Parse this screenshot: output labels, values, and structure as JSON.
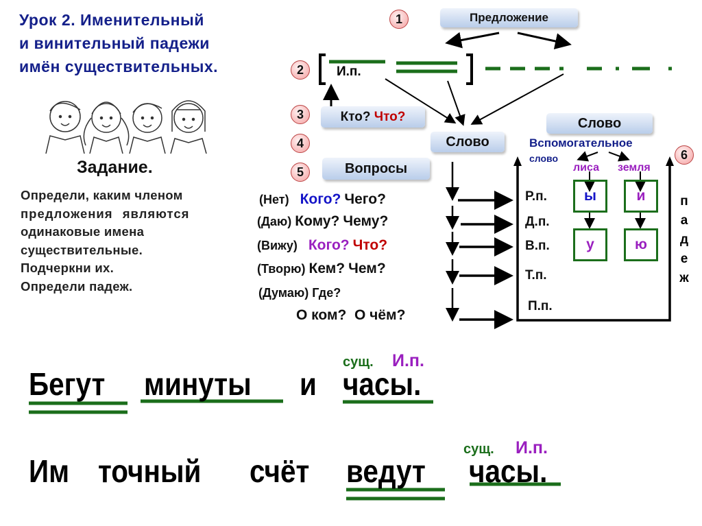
{
  "title": {
    "line1": "Урок 2.   Именительный",
    "line2": "и  винительный  падежи",
    "line3": "имён  существительных."
  },
  "task": {
    "heading": "Задание.",
    "lines": [
      "Определи, каким членом",
      "предложения  являются",
      "одинаковые имена",
      "существительные.",
      "Подчеркни  их.",
      "Определи падеж."
    ]
  },
  "diagram": {
    "numbers": [
      "1",
      "2",
      "3",
      "4",
      "5",
      "6"
    ],
    "sentence_box": "Предложение",
    "subject_case": "И.п.",
    "q_who": "Кто?",
    "q_what": "Что?",
    "word_box": "Слово",
    "word_box2": "Слово",
    "questions_box": "Вопросы",
    "aux_word": "Вспомогательное",
    "aux_word2": "слово",
    "example1": "лиса",
    "example2": "земля",
    "endings": [
      "ы",
      "и",
      "у",
      "ю"
    ],
    "cases": [
      "Р.п.",
      "Д.п.",
      "В.п.",
      "Т.п.",
      "П.п."
    ],
    "vertical_word": [
      "п",
      "а",
      "д",
      "е",
      "ж"
    ],
    "rows": [
      {
        "aux": "(Нет)",
        "q1": "Кого?",
        "q2": "Чего?"
      },
      {
        "aux": "(Даю)",
        "q1": "Кому?",
        "q2": "Чему?"
      },
      {
        "aux": "(Вижу)",
        "q1": "Кого?",
        "q2": "Что?"
      },
      {
        "aux": "(Творю)",
        "q1": "Кем?",
        "q2": "Чем?"
      },
      {
        "aux": "(Думаю)",
        "q1": "Где?"
      },
      {
        "q1": "О ком?",
        "q2": "О чём?"
      }
    ],
    "colors": {
      "green": "#1b6e1b",
      "blue": "#1414c8",
      "purple": "#9a1fbf",
      "red": "#c00000",
      "navy": "#14208a"
    }
  },
  "sentences": [
    {
      "words": [
        "Бегут",
        "минуты",
        "и",
        "часы."
      ],
      "label_pos": "сущ.",
      "label_case": "И.п."
    },
    {
      "words": [
        "Им",
        "точный",
        "счёт",
        "ведут",
        "часы."
      ],
      "label_pos": "сущ.",
      "label_case": "И.п."
    }
  ]
}
